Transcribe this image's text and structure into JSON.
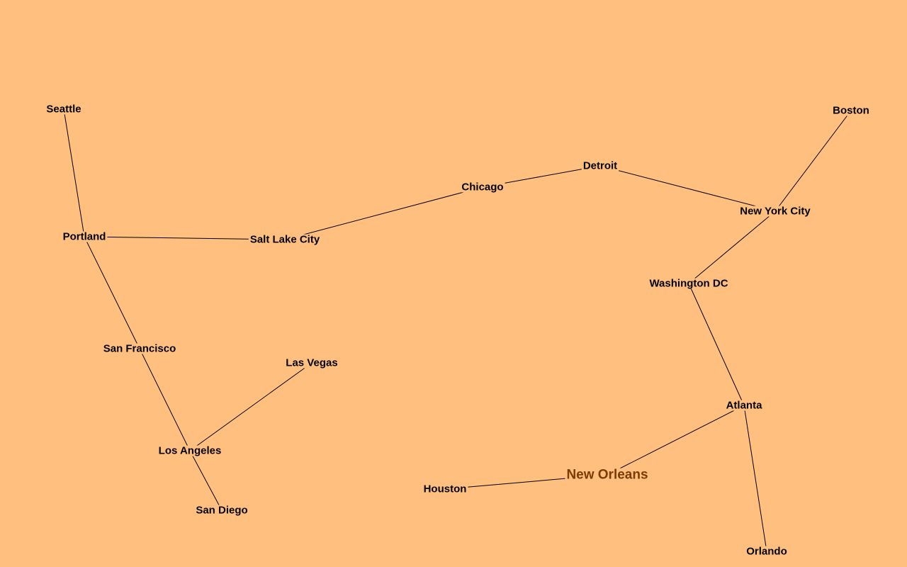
{
  "graph": {
    "background": "#ffbf7f",
    "edge_color": "#000000",
    "label_color": "#000000",
    "selected_label_color": "#7a3c00",
    "selected": "New Orleans",
    "nodes": [
      {
        "id": "seattle",
        "label": "Seattle"
      },
      {
        "id": "portland",
        "label": "Portland"
      },
      {
        "id": "salt-lake-city",
        "label": "Salt Lake City"
      },
      {
        "id": "chicago",
        "label": "Chicago"
      },
      {
        "id": "detroit",
        "label": "Detroit"
      },
      {
        "id": "new-york-city",
        "label": "New York City"
      },
      {
        "id": "boston",
        "label": "Boston"
      },
      {
        "id": "washington-dc",
        "label": "Washington DC"
      },
      {
        "id": "atlanta",
        "label": "Atlanta"
      },
      {
        "id": "orlando",
        "label": "Orlando"
      },
      {
        "id": "new-orleans",
        "label": "New Orleans"
      },
      {
        "id": "houston",
        "label": "Houston"
      },
      {
        "id": "san-francisco",
        "label": "San Francisco"
      },
      {
        "id": "las-vegas",
        "label": "Las Vegas"
      },
      {
        "id": "los-angeles",
        "label": "Los Angeles"
      },
      {
        "id": "san-diego",
        "label": "San Diego"
      }
    ],
    "edges": [
      {
        "from": "seattle",
        "to": "portland"
      },
      {
        "from": "portland",
        "to": "salt-lake-city"
      },
      {
        "from": "portland",
        "to": "san-francisco"
      },
      {
        "from": "salt-lake-city",
        "to": "chicago"
      },
      {
        "from": "chicago",
        "to": "detroit"
      },
      {
        "from": "detroit",
        "to": "new-york-city"
      },
      {
        "from": "new-york-city",
        "to": "boston"
      },
      {
        "from": "new-york-city",
        "to": "washington-dc"
      },
      {
        "from": "washington-dc",
        "to": "atlanta"
      },
      {
        "from": "atlanta",
        "to": "orlando"
      },
      {
        "from": "atlanta",
        "to": "new-orleans"
      },
      {
        "from": "new-orleans",
        "to": "houston"
      },
      {
        "from": "san-francisco",
        "to": "los-angeles"
      },
      {
        "from": "los-angeles",
        "to": "las-vegas"
      },
      {
        "from": "los-angeles",
        "to": "san-diego"
      }
    ]
  }
}
